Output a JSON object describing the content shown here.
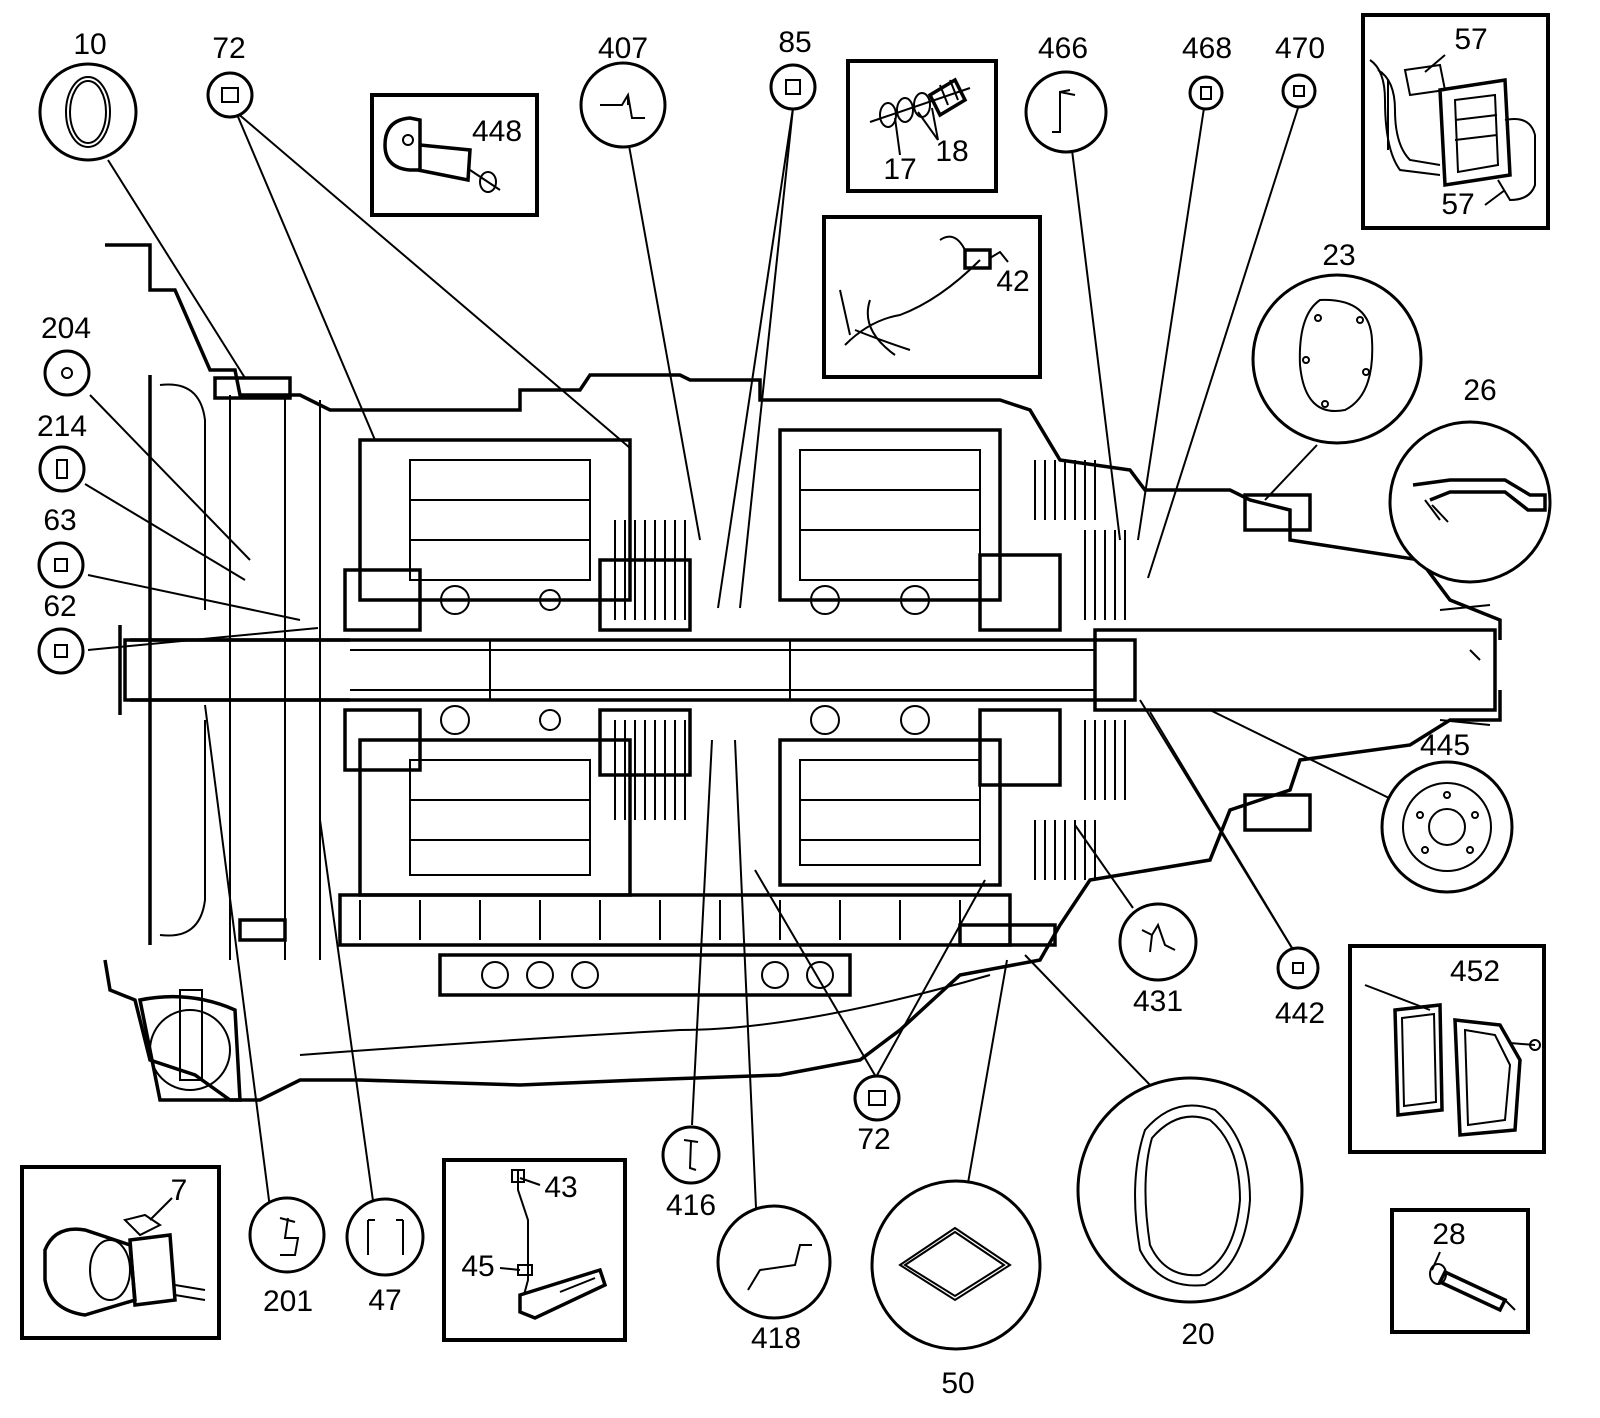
{
  "callouts": {
    "c10": "10",
    "c72a": "72",
    "c407": "407",
    "c85": "85",
    "c466": "466",
    "c468": "468",
    "c470": "470",
    "c204": "204",
    "c214": "214",
    "c63": "63",
    "c62": "62",
    "c23": "23",
    "c26": "26",
    "c445": "445",
    "c431": "431",
    "c442": "442",
    "c72b": "72",
    "c416": "416",
    "c418": "418",
    "c50": "50",
    "c20": "20",
    "c201": "201",
    "c47": "47"
  },
  "insets": {
    "i448": "448",
    "i17": "17",
    "i18": "18",
    "i42": "42",
    "i57a": "57",
    "i57b": "57",
    "i452": "452",
    "i7": "7",
    "i43": "43",
    "i45": "45",
    "i28": "28"
  }
}
